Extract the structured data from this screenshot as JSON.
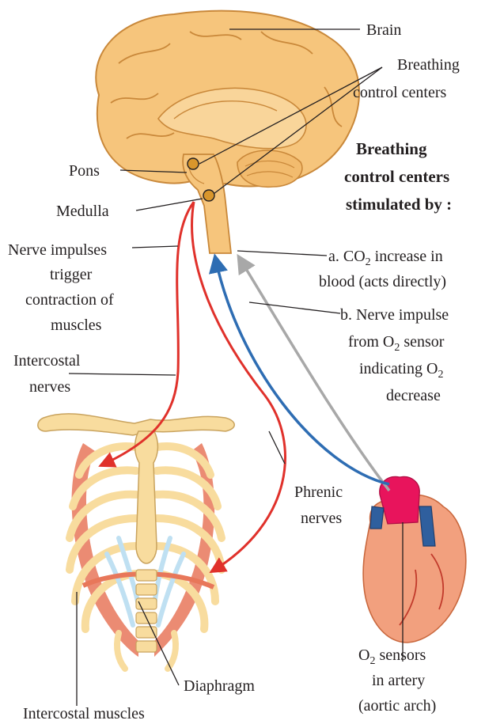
{
  "labels": {
    "brain": "Brain",
    "breathing_centers_line1": "Breathing",
    "breathing_centers_line2": "control centers",
    "pons": "Pons",
    "medulla": "Medulla",
    "stimulated_line1": "Breathing",
    "stimulated_line2": "control centers",
    "stimulated_line3": "stimulated by :",
    "a_line1_prefix": "a. CO",
    "a_line1_sub": "2",
    "a_line1_suffix": " increase in",
    "a_line2": "blood (acts directly)",
    "b_line1": "b. Nerve impulse",
    "b_line2_prefix": "from O",
    "b_line2_sub": "2",
    "b_line2_suffix": " sensor",
    "b_line3_prefix": "indicating O",
    "b_line3_sub": "2",
    "b_line4": "decrease",
    "nerve_impulses_line1": "Nerve impulses",
    "nerve_impulses_line2": "trigger",
    "nerve_impulses_line3": "contraction of",
    "nerve_impulses_line4": "muscles",
    "intercostal_nerves_line1": "Intercostal",
    "intercostal_nerves_line2": "nerves",
    "phrenic_line1": "Phrenic",
    "phrenic_line2": "nerves",
    "o2_line1_prefix": "O",
    "o2_line1_sub": "2",
    "o2_line1_suffix": " sensors",
    "o2_line2": "in artery",
    "o2_line3": "(aortic arch)",
    "diaphragm": "Diaphragm",
    "intercostal_muscles": "Intercostal muscles"
  },
  "colors": {
    "brain_fill": "#f6c57c",
    "brain_stroke": "#c9883a",
    "nerve_red": "#e0312b",
    "sensor_blue": "#2e6db3",
    "co2_gray": "#a8a8a8",
    "bone": "#f8dc9e",
    "muscle": "#e8775a",
    "cartilage": "#bfe0f2",
    "heart": "#f2a07e",
    "aorta": "#e8145c",
    "vena": "#2f5f9e"
  }
}
